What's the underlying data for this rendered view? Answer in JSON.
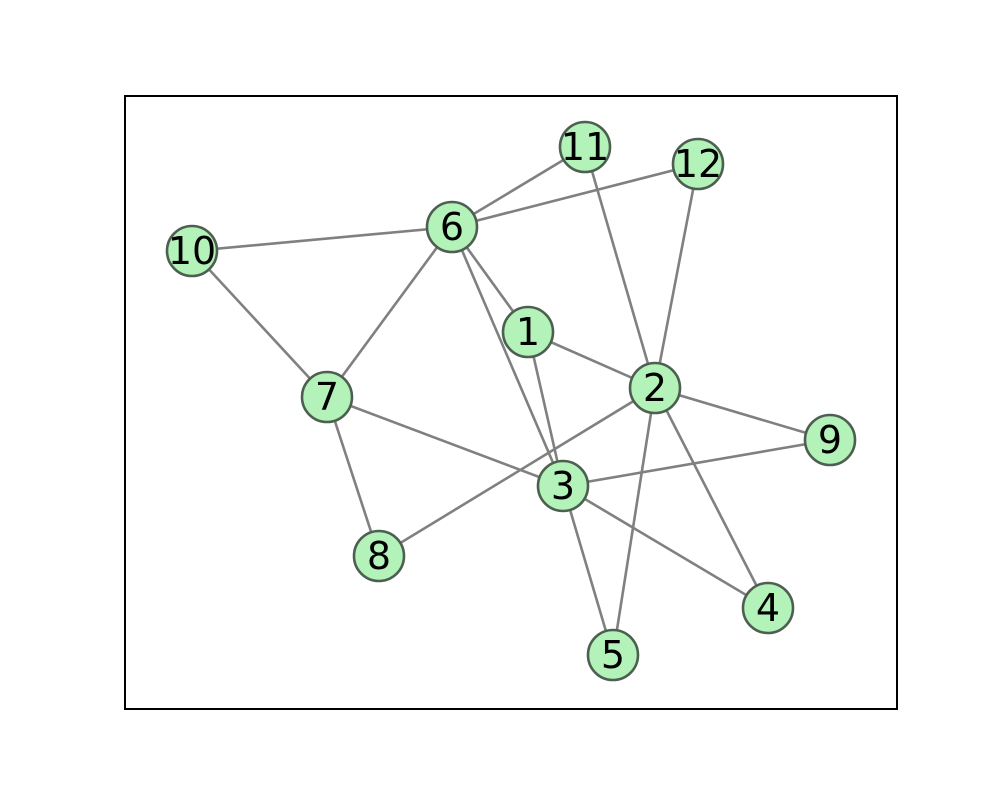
{
  "graph": {
    "type": "network",
    "colors": {
      "node_fill": "#b3f2b8",
      "node_stroke": "#4d5f50",
      "edge": "#808080",
      "frame": "#000000",
      "background": "#ffffff"
    },
    "nodes": [
      {
        "id": "1",
        "label": "1"
      },
      {
        "id": "2",
        "label": "2"
      },
      {
        "id": "3",
        "label": "3"
      },
      {
        "id": "4",
        "label": "4"
      },
      {
        "id": "5",
        "label": "5"
      },
      {
        "id": "6",
        "label": "6"
      },
      {
        "id": "7",
        "label": "7"
      },
      {
        "id": "8",
        "label": "8"
      },
      {
        "id": "9",
        "label": "9"
      },
      {
        "id": "10",
        "label": "10"
      },
      {
        "id": "11",
        "label": "11"
      },
      {
        "id": "12",
        "label": "12"
      }
    ],
    "edges": [
      [
        "6",
        "11"
      ],
      [
        "6",
        "12"
      ],
      [
        "6",
        "10"
      ],
      [
        "6",
        "1"
      ],
      [
        "6",
        "3"
      ],
      [
        "6",
        "7"
      ],
      [
        "10",
        "7"
      ],
      [
        "11",
        "2"
      ],
      [
        "12",
        "2"
      ],
      [
        "1",
        "2"
      ],
      [
        "1",
        "3"
      ],
      [
        "2",
        "9"
      ],
      [
        "2",
        "8"
      ],
      [
        "2",
        "4"
      ],
      [
        "2",
        "5"
      ],
      [
        "7",
        "3"
      ],
      [
        "7",
        "8"
      ],
      [
        "3",
        "9"
      ],
      [
        "3",
        "5"
      ],
      [
        "3",
        "4"
      ]
    ]
  }
}
